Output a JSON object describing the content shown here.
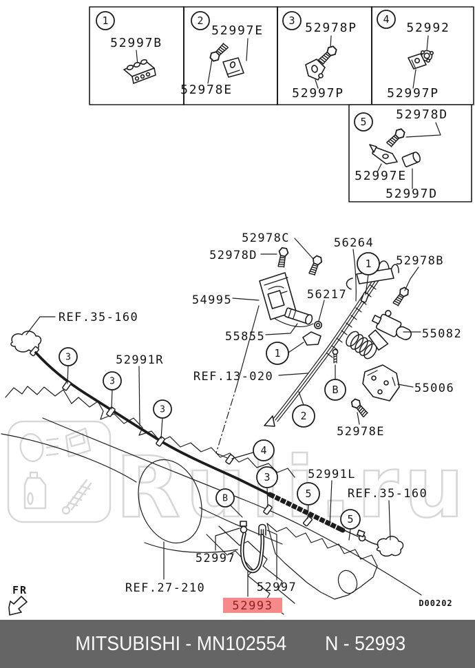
{
  "colors": {
    "line": "#1c1c1c",
    "watermark": "#d7d7d7",
    "highlight_bg": "#f58a8a",
    "highlight_text": "#8e1f1f",
    "footer_bg": "#656565",
    "footer_text": "#fafafa"
  },
  "callout_boxes": [
    {
      "number": "1",
      "parts": [
        "52997B"
      ]
    },
    {
      "number": "2",
      "parts": [
        "52997E",
        "52978E"
      ]
    },
    {
      "number": "3",
      "parts": [
        "52978P",
        "52997P"
      ]
    },
    {
      "number": "4",
      "parts": [
        "52992",
        "52997P"
      ]
    },
    {
      "number": "5",
      "parts": [
        "52978D",
        "52997E",
        "52997D"
      ]
    }
  ],
  "diagram": {
    "part_labels": {
      "p52978c": "52978C",
      "p52978d": "52978D",
      "p56264": "56264",
      "p52978b": "52978B",
      "p54995": "54995",
      "p56217": "56217",
      "p55855": "55855",
      "p55082": "55082",
      "ref13020": "REF.13-020",
      "p55006": "55006",
      "p52978e": "52978E",
      "ref35160_left": "REF.35-160",
      "p52991r": "52991R",
      "p52991l": "52991L",
      "ref35160_right": "REF.35-160",
      "p52997_upper": "52997",
      "ref27210": "REF.27-210",
      "p52997_lower": "52997"
    },
    "markers": [
      {
        "n": "1"
      },
      {
        "n": "1"
      },
      {
        "n": "2"
      },
      {
        "n": "B"
      },
      {
        "n": "3"
      },
      {
        "n": "3"
      },
      {
        "n": "3"
      },
      {
        "n": "3"
      },
      {
        "n": "4"
      },
      {
        "n": "B"
      },
      {
        "n": "5"
      },
      {
        "n": "5"
      }
    ],
    "highlight": {
      "label": "52993"
    },
    "fr_label": "FR",
    "drawing_number": "D00202"
  },
  "watermark": {
    "text": "Ruli.ru"
  },
  "footer": {
    "left": "MITSUBISHI - MN102554",
    "right": "N - 52993"
  }
}
